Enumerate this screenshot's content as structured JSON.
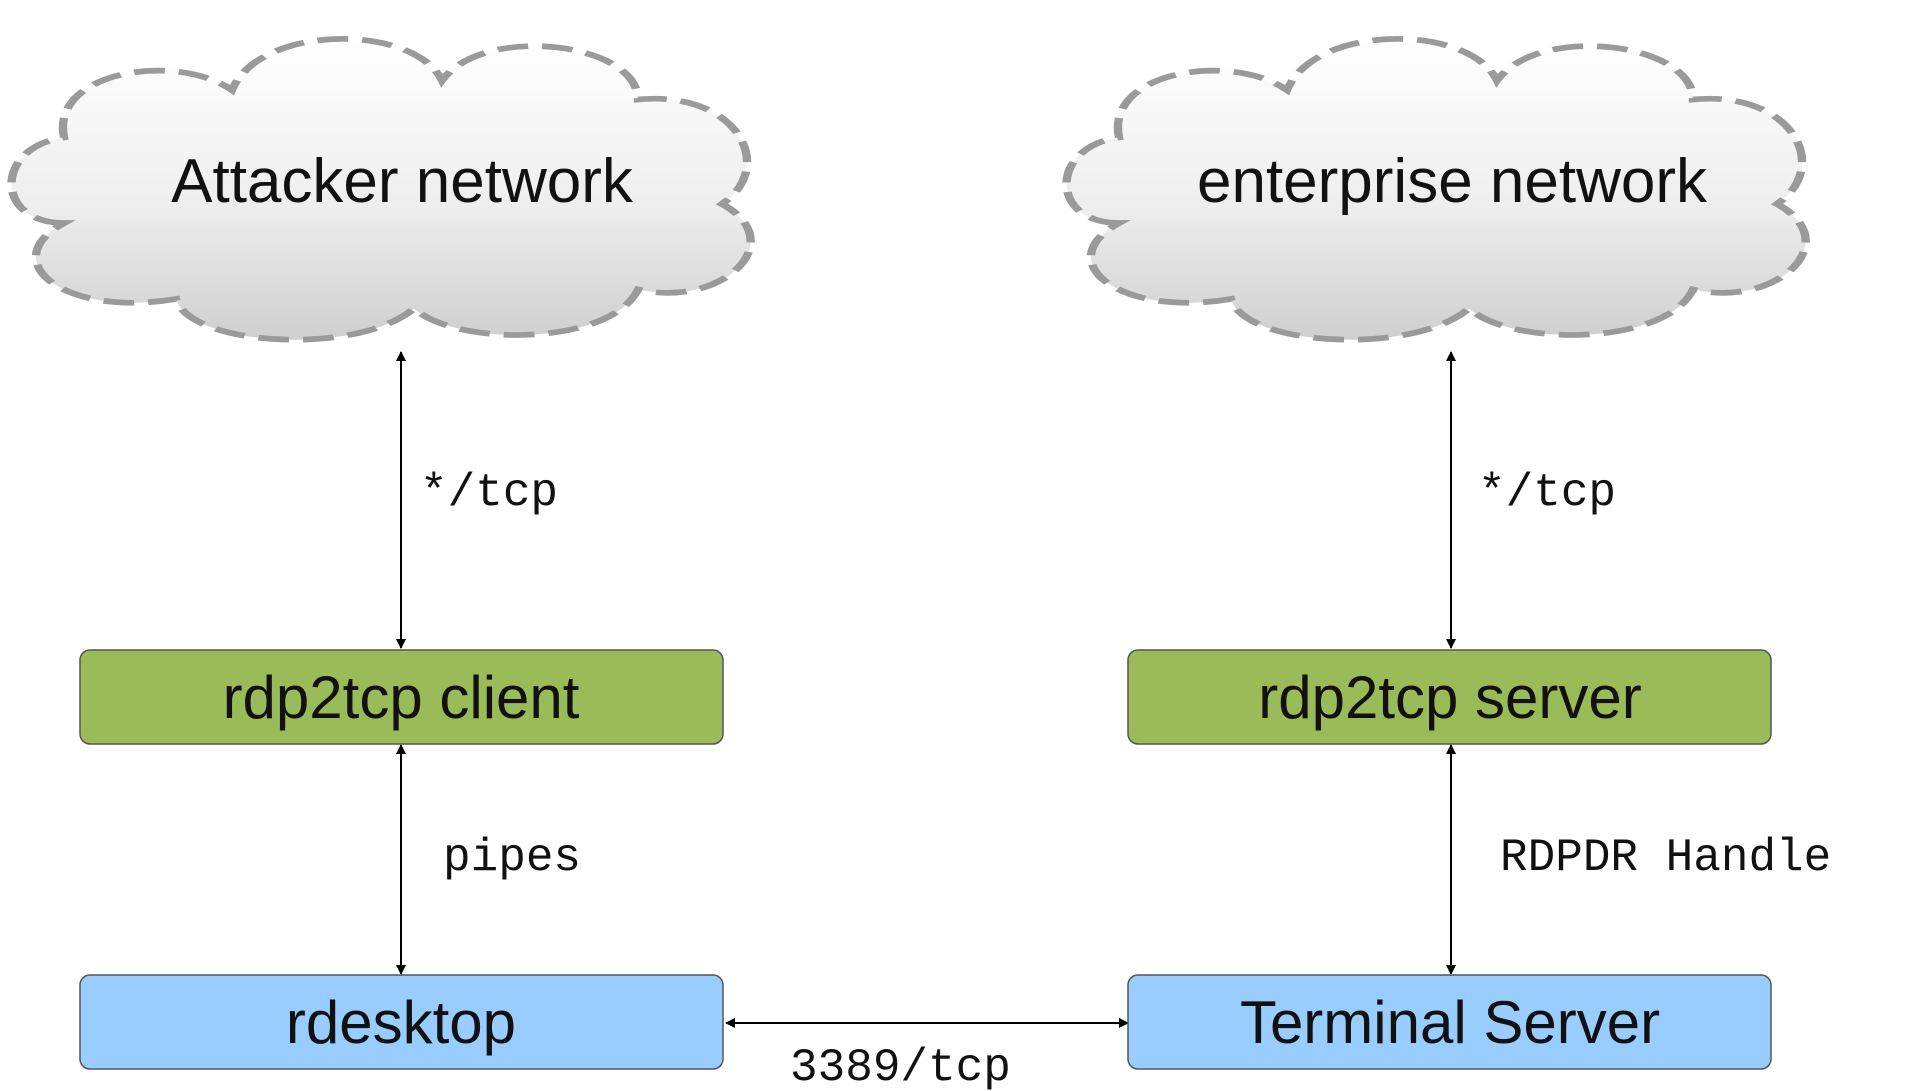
{
  "clouds": {
    "attacker": {
      "label": "Attacker network"
    },
    "enterprise": {
      "label": "enterprise network"
    }
  },
  "boxes": {
    "client": {
      "label": "rdp2tcp client",
      "color": "#9bbb59"
    },
    "server": {
      "label": "rdp2tcp server",
      "color": "#9bbb59"
    },
    "rdesktop": {
      "label": "rdesktop",
      "color": "#99ccff"
    },
    "terminal_server": {
      "label": "Terminal Server",
      "color": "#99ccff"
    }
  },
  "edges": {
    "attacker_client": {
      "label": "*/tcp"
    },
    "enterprise_server": {
      "label": "*/tcp"
    },
    "client_rdesktop": {
      "label": "pipes"
    },
    "server_terminal": {
      "label": "RDPDR Handle"
    },
    "rdesktop_terminal": {
      "label": "3389/tcp"
    }
  }
}
